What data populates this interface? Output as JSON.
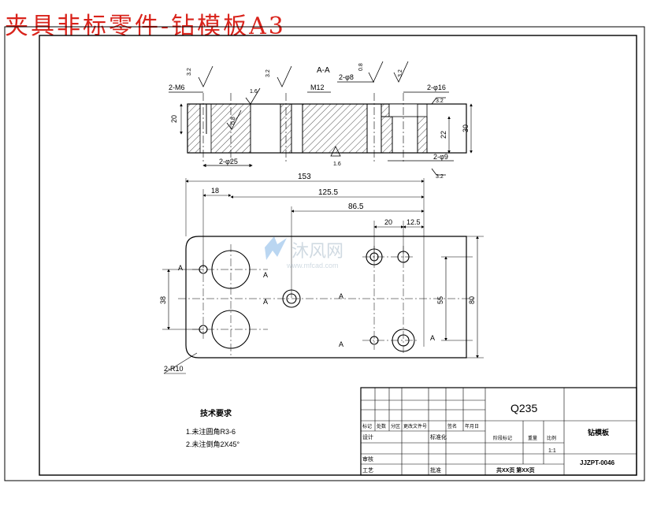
{
  "title": "夹具非标零件-钻模板A3",
  "section_label": "A-A",
  "watermark": {
    "text": "沐风网",
    "url": "www.mfcad.com"
  },
  "section_view": {
    "roughness": [
      "3.2",
      "3.2",
      "0.8",
      "3.2",
      "3.2",
      "0.8",
      "1.6",
      "1.6",
      "3.2"
    ],
    "callouts": [
      "2-M6",
      "M12",
      "2-φ8",
      "2-φ16",
      "2-φ25",
      "2-φ9"
    ],
    "dims": [
      "20",
      "22",
      "30"
    ]
  },
  "plan_view": {
    "dims": [
      "153",
      "18",
      "125.5",
      "86.5",
      "20",
      "12.5",
      "38",
      "55",
      "80"
    ],
    "radius_callout": "2-R10",
    "section_marks": [
      "A",
      "A",
      "A",
      "A",
      "A",
      "A"
    ]
  },
  "notes": {
    "heading": "技术要求",
    "items": [
      "1.未注圆角R3-6",
      "2.未注倒角2X45°"
    ]
  },
  "title_block": {
    "material": "Q235",
    "part_name": "钻模板",
    "drawing_number": "JJZPT-0046",
    "scale": "1:1",
    "sheet_info": "共XX页  第XX页",
    "row_labels": [
      "标记",
      "处数",
      "分区",
      "更改文件号",
      "签名",
      "年月日"
    ],
    "sign_labels": [
      "设计",
      "标准化",
      "审核",
      "工艺",
      "批准"
    ],
    "stage_labels": [
      "阶段标记",
      "重量",
      "比例"
    ]
  }
}
